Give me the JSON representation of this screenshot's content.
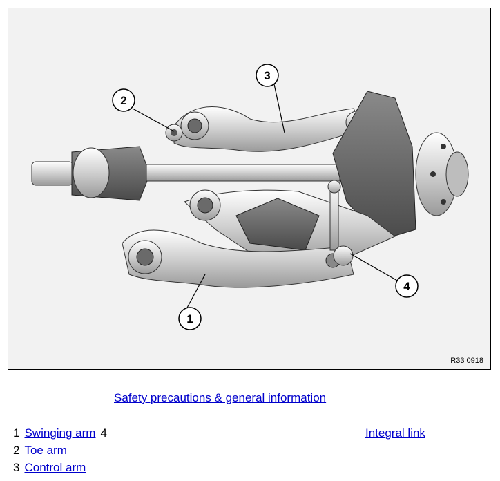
{
  "figure": {
    "code": "R33 0918",
    "callouts": [
      {
        "number": "1"
      },
      {
        "number": "2"
      },
      {
        "number": "3"
      },
      {
        "number": "4"
      }
    ]
  },
  "links": {
    "safety": "Safety precautions & general information"
  },
  "legend": [
    {
      "number": "1",
      "label": "Swinging arm",
      "extra_number": "4"
    },
    {
      "number": "2",
      "label": "Toe arm"
    },
    {
      "number": "3",
      "label": "Control arm"
    }
  ],
  "legend_right": {
    "label": "Integral link"
  }
}
